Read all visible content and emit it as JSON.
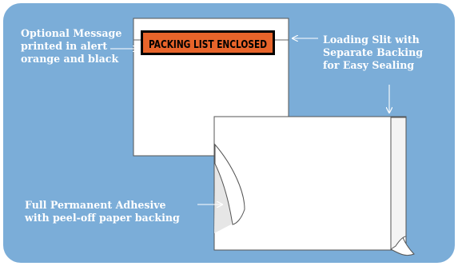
{
  "diagram": {
    "colors": {
      "background": "#7badd8",
      "label_text": "#ffffff",
      "arrow": "#ffffff",
      "banner_fill": "#e8642a",
      "banner_text": "#000000",
      "envelope_fill": "#ffffff",
      "outline": "#555555"
    },
    "banner_text": "PACKING LIST ENCLOSED",
    "labels": {
      "optional_message": [
        "Optional Message",
        "printed in alert",
        "orange and black"
      ],
      "loading_slit": [
        "Loading Slit with",
        "Separate Backing",
        "for Easy Sealing"
      ],
      "adhesive": [
        "Full Permanent Adhesive",
        "with peel-off paper backing"
      ]
    }
  }
}
